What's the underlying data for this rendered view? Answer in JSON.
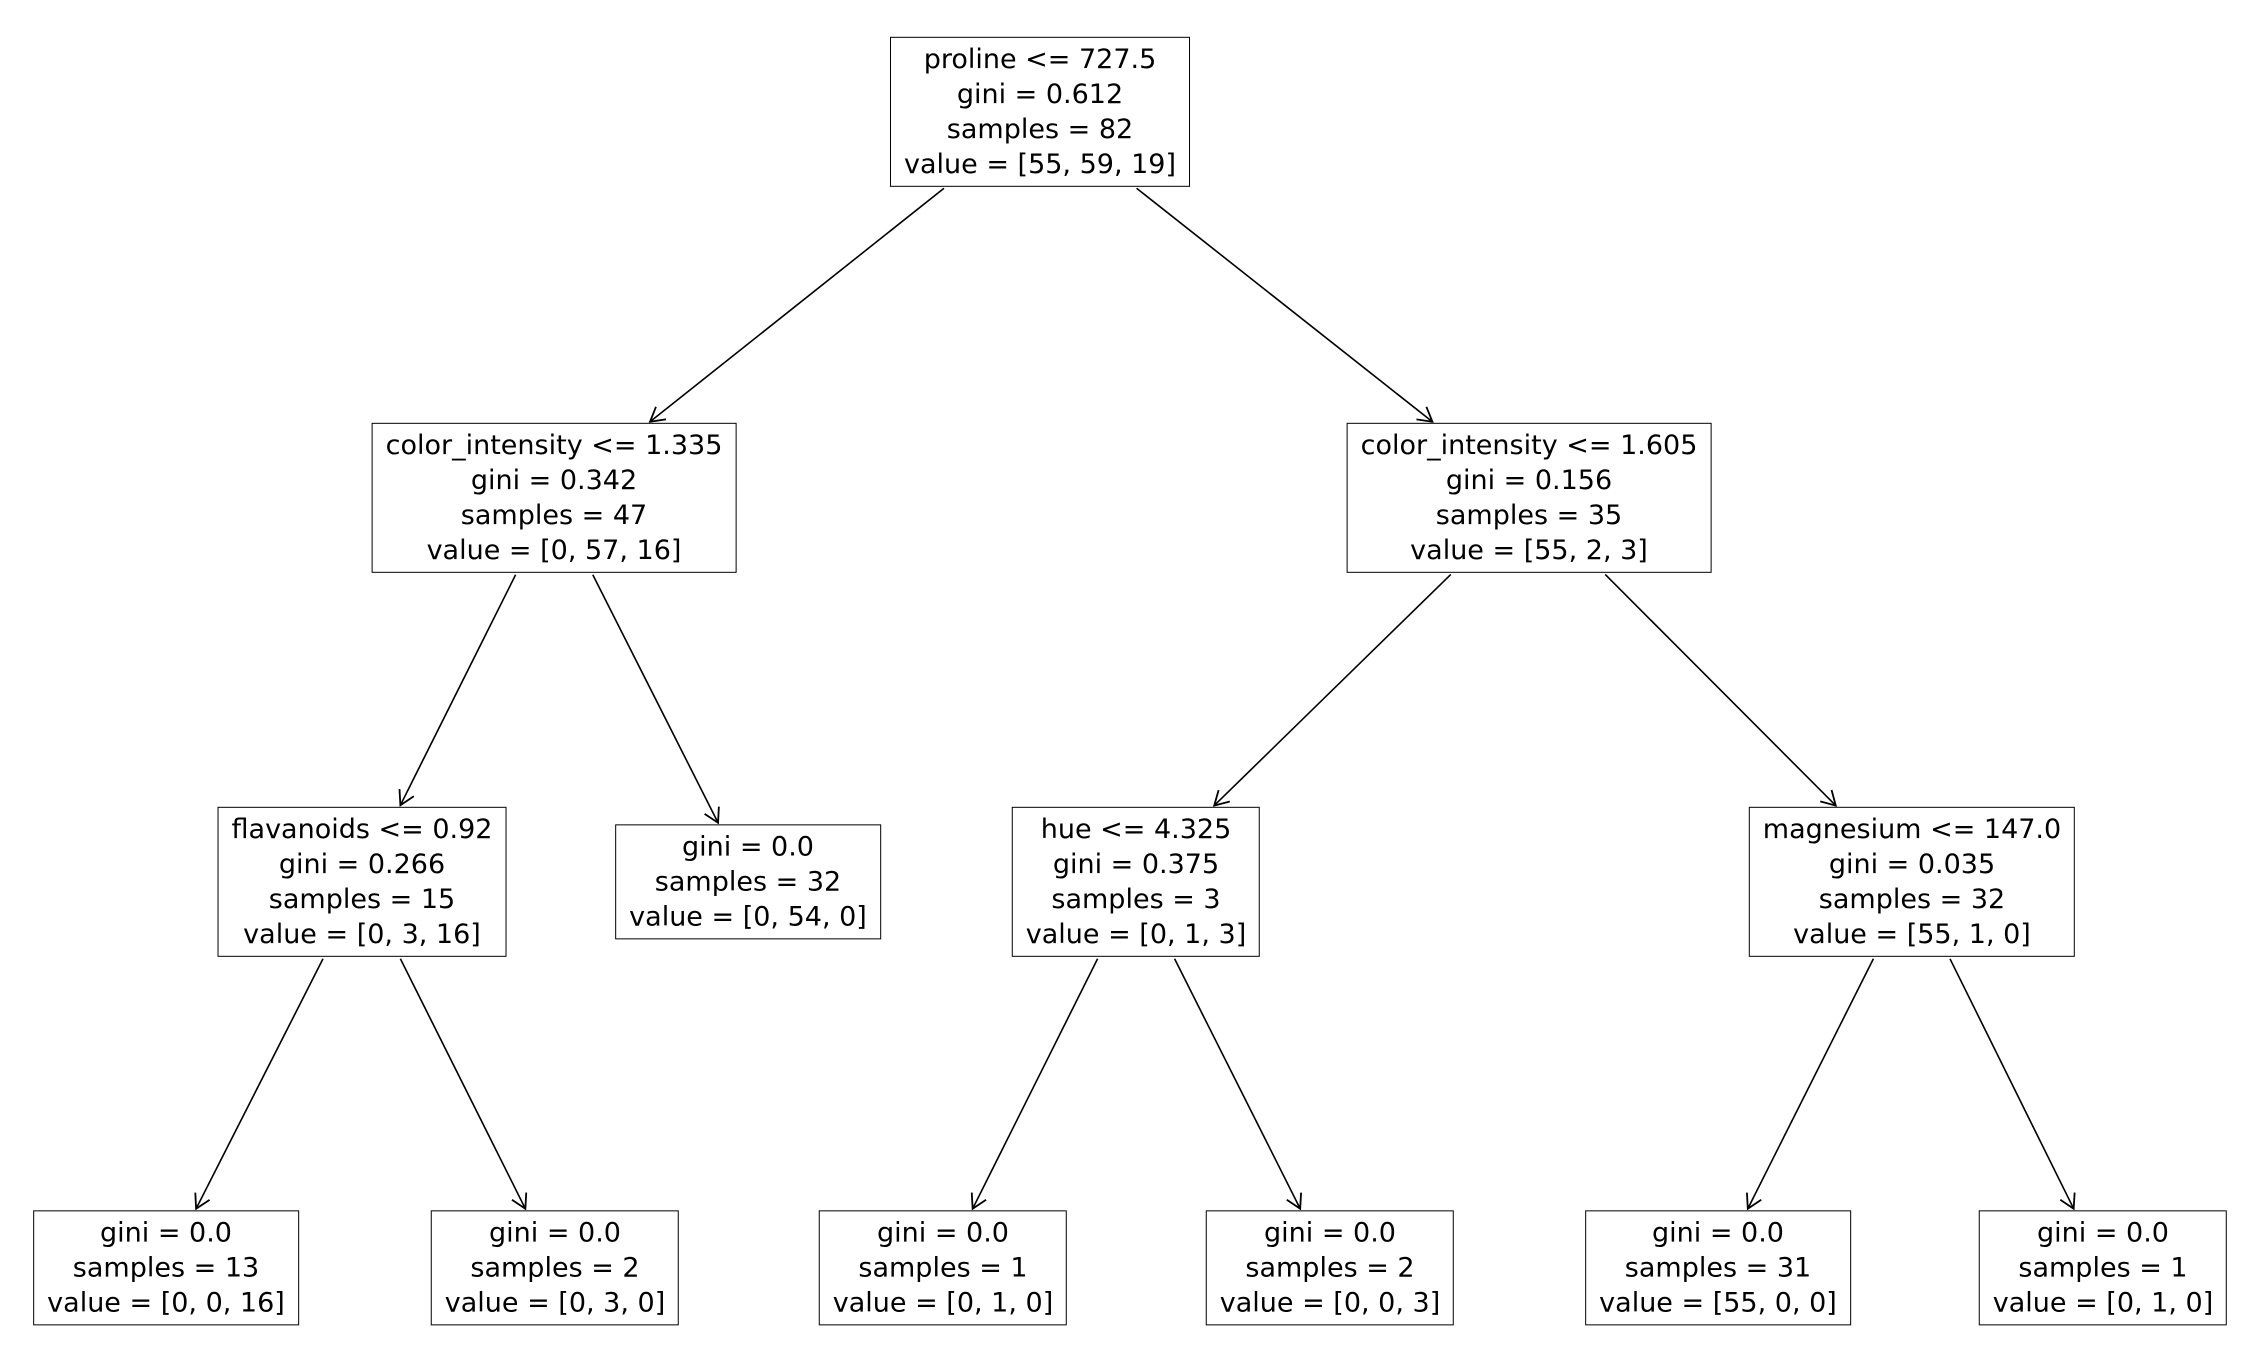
{
  "figure": {
    "background_color": "#ffffff",
    "node_fill_color": "#ffffff",
    "node_border_color": "#000000",
    "text_color": "#000000",
    "edge_color": "#000000"
  },
  "chart_data": {
    "type": "decision-tree",
    "classes_value_order": 3,
    "root_id": "root"
  },
  "tree": {
    "nodes": [
      {
        "id": "root",
        "parent": null,
        "feature": "proline",
        "threshold": 727.5,
        "gini": 0.612,
        "samples": 82,
        "value": [
          55,
          59,
          19
        ],
        "lines": [
          "proline <= 727.5",
          "gini = 0.612",
          "samples = 82",
          "value = [55, 59, 19]"
        ]
      },
      {
        "id": "n2l",
        "parent": "root",
        "feature": "color_intensity",
        "threshold": 1.335,
        "gini": 0.342,
        "samples": 47,
        "value": [
          0,
          57,
          16
        ],
        "lines": [
          "color_intensity <= 1.335",
          "gini = 0.342",
          "samples = 47",
          "value = [0, 57, 16]"
        ]
      },
      {
        "id": "n2r",
        "parent": "root",
        "feature": "color_intensity",
        "threshold": 1.605,
        "gini": 0.156,
        "samples": 35,
        "value": [
          55,
          2,
          3
        ],
        "lines": [
          "color_intensity <= 1.605",
          "gini = 0.156",
          "samples = 35",
          "value = [55, 2, 3]"
        ]
      },
      {
        "id": "n3a",
        "parent": "n2l",
        "feature": "flavanoids",
        "threshold": 0.92,
        "gini": 0.266,
        "samples": 15,
        "value": [
          0,
          3,
          16
        ],
        "lines": [
          "flavanoids <= 0.92",
          "gini = 0.266",
          "samples = 15",
          "value = [0, 3, 16]"
        ]
      },
      {
        "id": "n3b",
        "parent": "n2l",
        "gini": 0.0,
        "samples": 32,
        "value": [
          0,
          54,
          0
        ],
        "lines": [
          "gini = 0.0",
          "samples = 32",
          "value = [0, 54, 0]"
        ]
      },
      {
        "id": "n3c",
        "parent": "n2r",
        "feature": "hue",
        "threshold": 4.325,
        "gini": 0.375,
        "samples": 3,
        "value": [
          0,
          1,
          3
        ],
        "lines": [
          "hue <= 4.325",
          "gini = 0.375",
          "samples = 3",
          "value = [0, 1, 3]"
        ]
      },
      {
        "id": "n3d",
        "parent": "n2r",
        "feature": "magnesium",
        "threshold": 147.0,
        "gini": 0.035,
        "samples": 32,
        "value": [
          55,
          1,
          0
        ],
        "lines": [
          "magnesium <= 147.0",
          "gini = 0.035",
          "samples = 32",
          "value = [55, 1, 0]"
        ]
      },
      {
        "id": "l1",
        "parent": "n3a",
        "gini": 0.0,
        "samples": 13,
        "value": [
          0,
          0,
          16
        ],
        "lines": [
          "gini = 0.0",
          "samples = 13",
          "value = [0, 0, 16]"
        ]
      },
      {
        "id": "l2",
        "parent": "n3a",
        "gini": 0.0,
        "samples": 2,
        "value": [
          0,
          3,
          0
        ],
        "lines": [
          "gini = 0.0",
          "samples = 2",
          "value = [0, 3, 0]"
        ]
      },
      {
        "id": "l3",
        "parent": "n3c",
        "gini": 0.0,
        "samples": 1,
        "value": [
          0,
          1,
          0
        ],
        "lines": [
          "gini = 0.0",
          "samples = 1",
          "value = [0, 1, 0]"
        ]
      },
      {
        "id": "l4",
        "parent": "n3c",
        "gini": 0.0,
        "samples": 2,
        "value": [
          0,
          0,
          3
        ],
        "lines": [
          "gini = 0.0",
          "samples = 2",
          "value = [0, 0, 3]"
        ]
      },
      {
        "id": "l5",
        "parent": "n3d",
        "gini": 0.0,
        "samples": 31,
        "value": [
          55,
          0,
          0
        ],
        "lines": [
          "gini = 0.0",
          "samples = 31",
          "value = [55, 0, 0]"
        ]
      },
      {
        "id": "l6",
        "parent": "n3d",
        "gini": 0.0,
        "samples": 1,
        "value": [
          0,
          1,
          0
        ],
        "lines": [
          "gini = 0.0",
          "samples = 1",
          "value = [0, 1, 0]"
        ]
      }
    ]
  }
}
